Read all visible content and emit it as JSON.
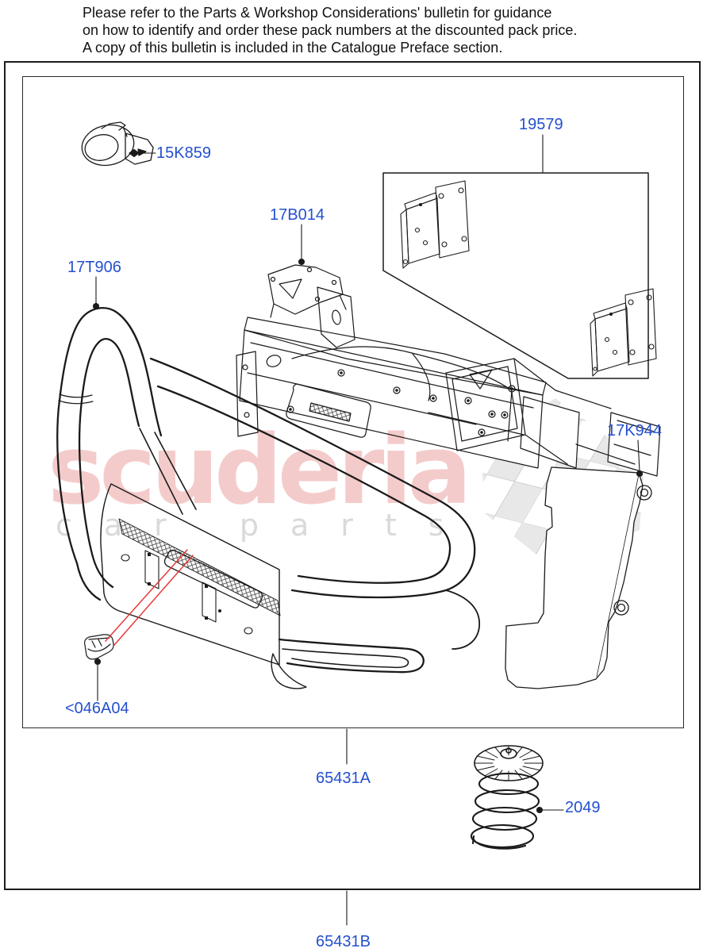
{
  "notice": {
    "lines": [
      "Please refer to the Parts & Workshop Considerations' bulletin for guidance",
      "on how to identify and order these pack numbers at the discounted pack price.",
      "A copy of this bulletin is included in the Catalogue Preface section."
    ]
  },
  "diagram": {
    "figure_labels": {
      "sensor": "15K859",
      "impact_box": "19579",
      "mount_bracket": "17B014",
      "bull_bar": "17T906",
      "air_deflector": "17K944",
      "clip": "<046A04",
      "pack_inner": "65431A",
      "spring": "2049",
      "pack_outer": "65431B"
    }
  },
  "watermark": {
    "brand": "scuderia",
    "subtitle": "car parts"
  },
  "colors": {
    "label_blue": "#2450cf",
    "leader_red": "#e63030",
    "line_black": "#1a1a1a",
    "watermark_pink": "#f4cbcb",
    "watermark_gray": "#d9d9d9",
    "checker_gray": "#e8e8e8"
  }
}
